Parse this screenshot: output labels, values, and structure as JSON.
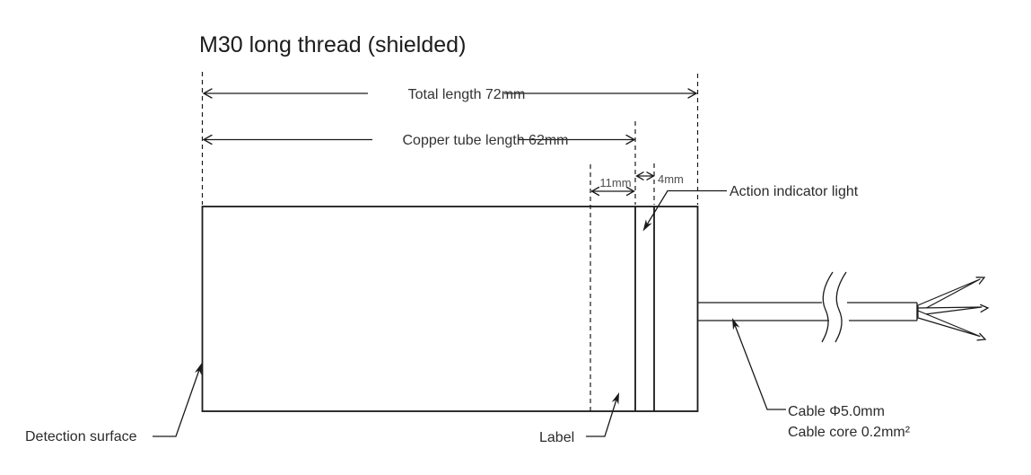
{
  "title": "M30 long thread (shielded)",
  "dimensions": {
    "total_length": {
      "label": "Total length 72mm",
      "value_mm": 72
    },
    "copper_tube_length": {
      "label": "Copper tube length 62mm",
      "value_mm": 62
    },
    "label_band": {
      "label": "11mm",
      "value_mm": 11
    },
    "indicator_band": {
      "label": "4mm",
      "value_mm": 4
    }
  },
  "callouts": {
    "action_indicator": "Action indicator light",
    "detection_surface": "Detection surface",
    "label_part": "Label",
    "cable_diameter": "Cable Φ5.0mm",
    "cable_core": "Cable core 0.2mm²"
  },
  "colors": {
    "line": "#1a1a1a",
    "text": "#2b2b2b",
    "background": "#ffffff"
  }
}
